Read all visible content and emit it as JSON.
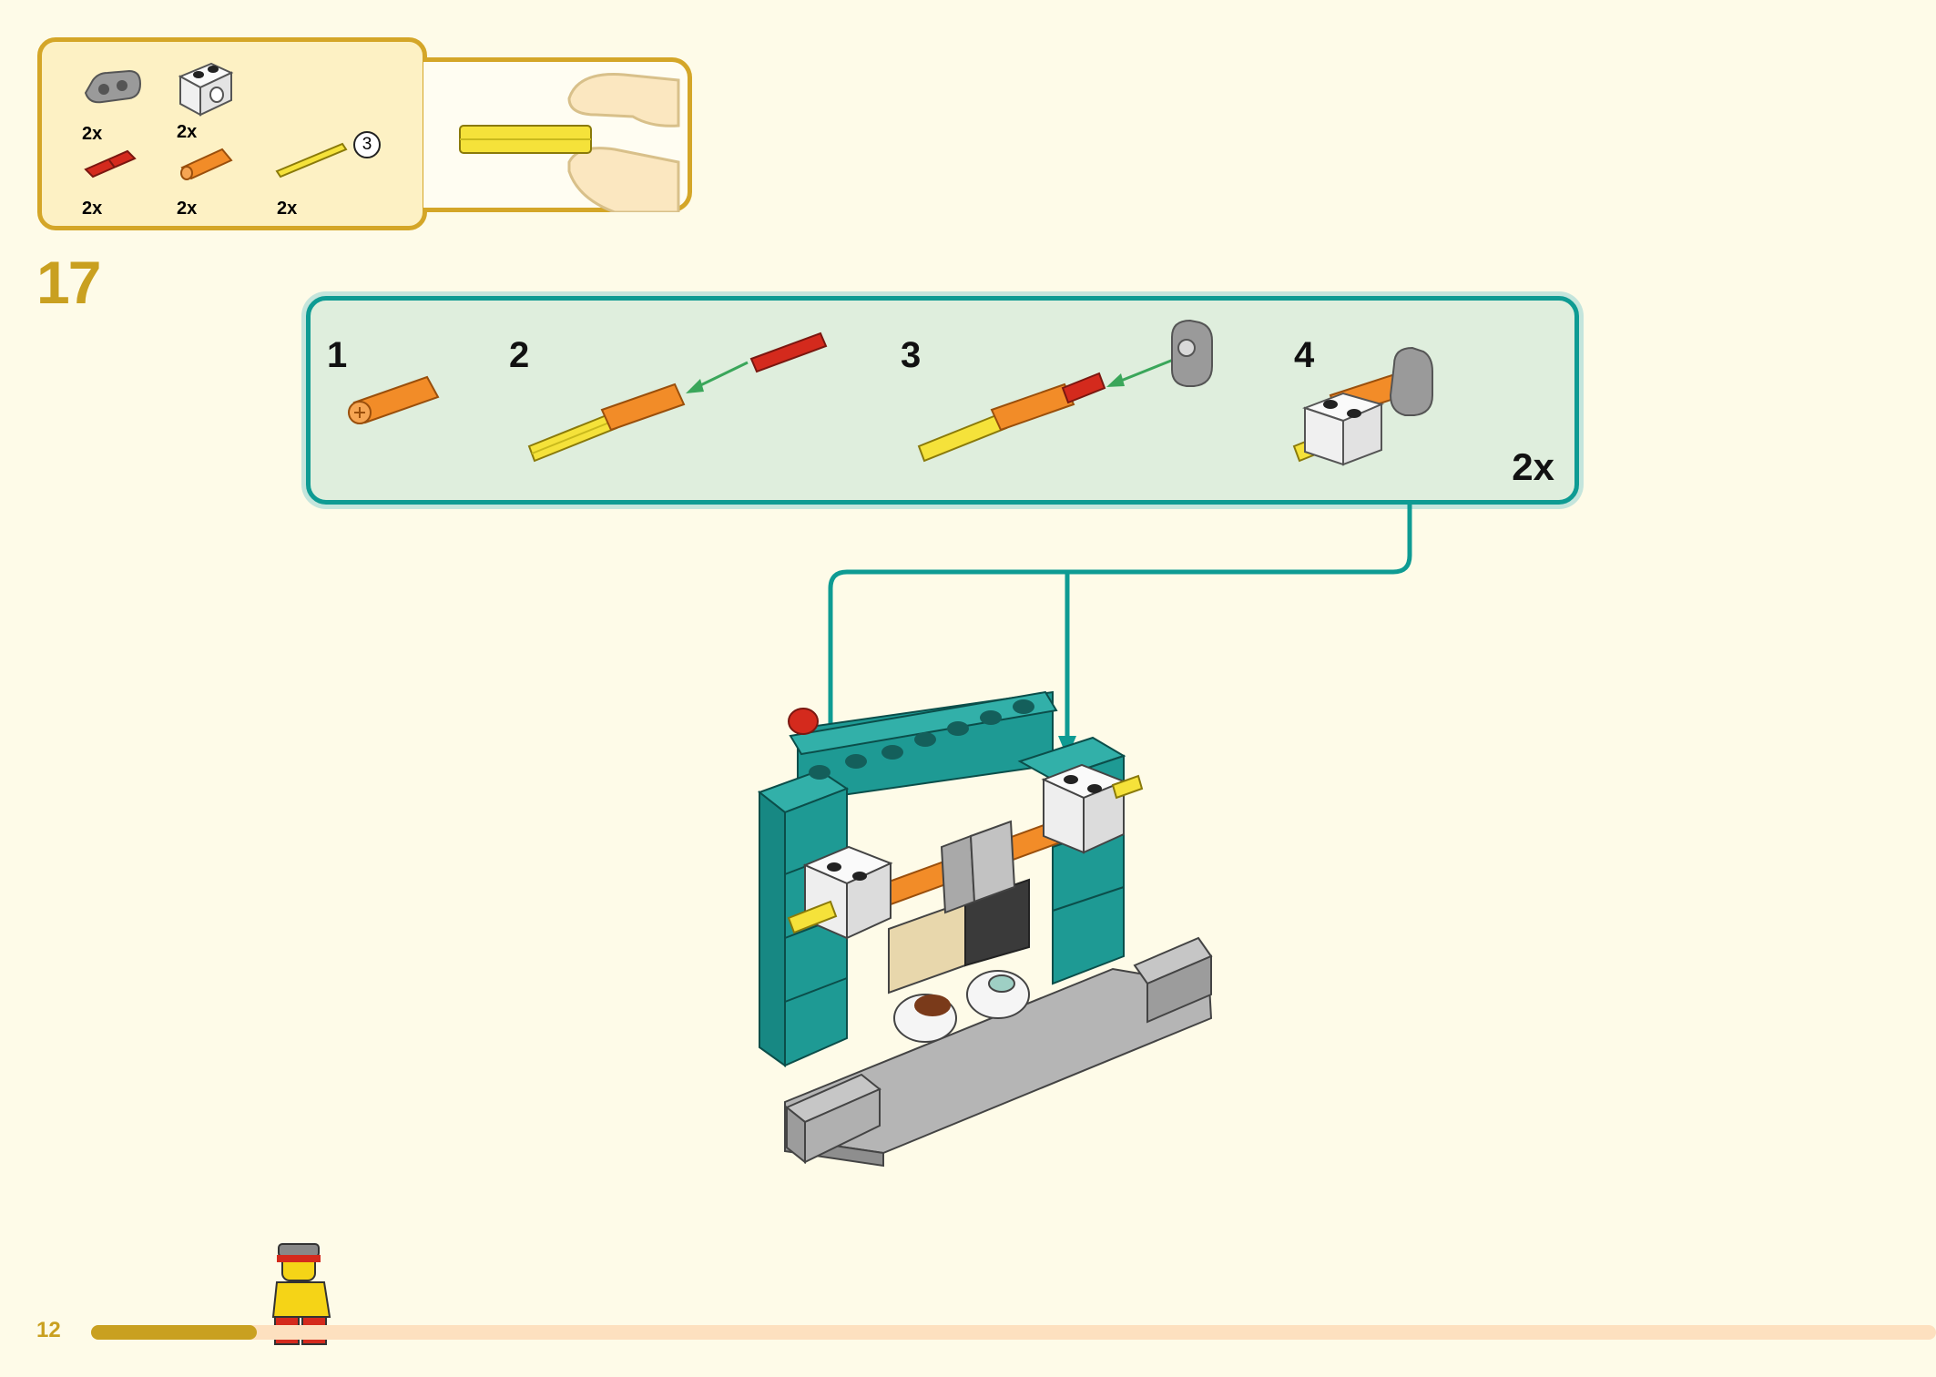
{
  "parts_list": {
    "items": [
      {
        "icon": "gray-beam-icon",
        "quantity": "2x",
        "color": "#9a9a9a"
      },
      {
        "icon": "white-technic-brick-icon",
        "quantity": "2x",
        "color": "#f2f2f2"
      },
      {
        "icon": "red-axle-connector-icon",
        "quantity": "2x",
        "color": "#d42a1d"
      },
      {
        "icon": "orange-bush-icon",
        "quantity": "2x",
        "color": "#f28c28"
      },
      {
        "icon": "yellow-axle-icon",
        "quantity": "2x",
        "color": "#f5e23a",
        "length": "3"
      }
    ]
  },
  "step": {
    "number": "17",
    "substeps": [
      {
        "number": "1"
      },
      {
        "number": "2"
      },
      {
        "number": "3"
      },
      {
        "number": "4"
      }
    ],
    "multiplier": "2x"
  },
  "colors": {
    "background": "#fefbe8",
    "accent_gold": "#d4a628",
    "callout_border": "#0e9b93",
    "callout_fill": "#dfeedd",
    "arrow_green": "#3aa65a",
    "teal_brick": "#1e9a94"
  },
  "footer": {
    "page_number": "12",
    "progress": 0.09
  }
}
